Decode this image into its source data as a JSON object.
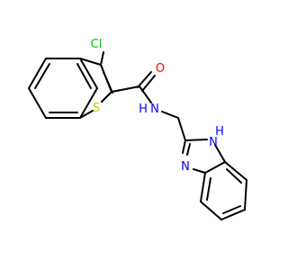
{
  "molecule": {
    "colors": {
      "carbon_bond": "#000000",
      "nitrogen": "#0000ff",
      "sulfur": "#c8c800",
      "oxygen": "#ff0000",
      "chlorine": "#00c800",
      "background": "#ffffff"
    },
    "atoms": {
      "cl": "Cl",
      "s": "S",
      "o": "O",
      "nh_amide": "N",
      "h_amide": "H",
      "nh_imidazole": "N",
      "h_imidazole": "H",
      "n_imidazole": "N"
    }
  }
}
